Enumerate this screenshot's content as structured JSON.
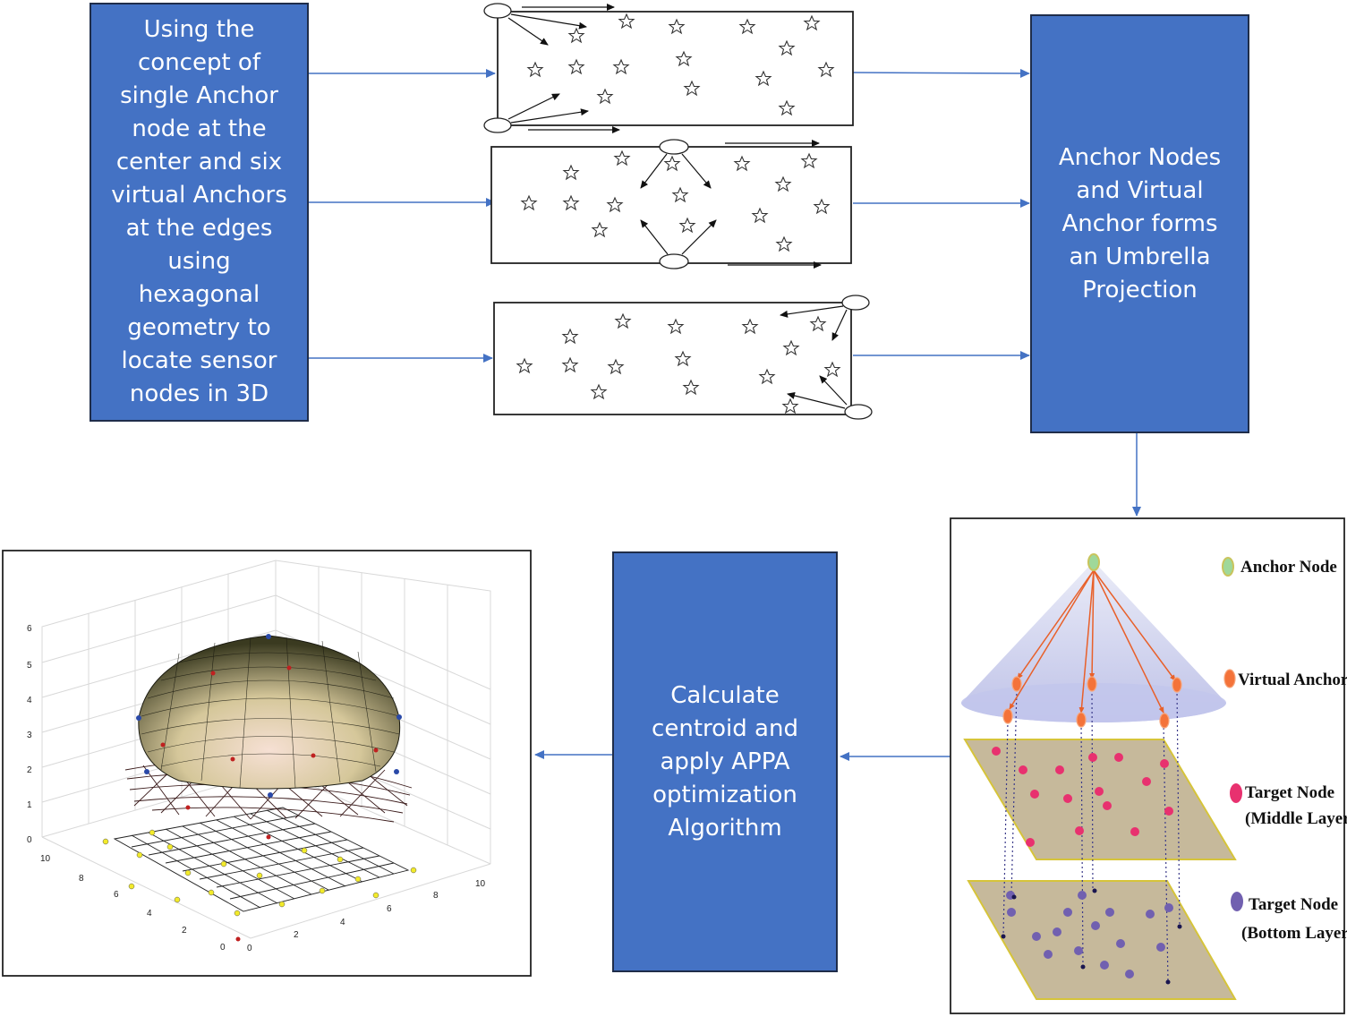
{
  "boxes": {
    "concept": "Using the concept of single Anchor node at the center and six virtual Anchors at the edges using hexagonal geometry to locate sensor nodes in 3D",
    "umbrella": "Anchor Nodes and Virtual Anchor forms an Umbrella Projection",
    "centroid": "Calculate centroid and apply APPA optimization Algorithm"
  },
  "legend": {
    "anchor": "Anchor Node",
    "virtual": "Virtual Anchors",
    "target_mid_1": "Target Node",
    "target_mid_2": "(Middle Layer)",
    "target_bot_1": "Target Node",
    "target_bot_2": "(Bottom Layer)"
  },
  "colors": {
    "box_fill": "#4472c4",
    "arrow": "#4472c4",
    "anchor_node": "#9fd89a",
    "virtual_anchor": "#f4733a",
    "target_middle": "#e8316f",
    "target_bottom": "#7160b0",
    "layer_fill": "#c6b99b"
  },
  "plot_ticks": {
    "z": [
      "0",
      "1",
      "2",
      "3",
      "4",
      "5",
      "6"
    ],
    "y": [
      "0",
      "2",
      "4",
      "6",
      "8",
      "10"
    ],
    "x": [
      "0",
      "2",
      "4",
      "6",
      "8",
      "10"
    ]
  }
}
